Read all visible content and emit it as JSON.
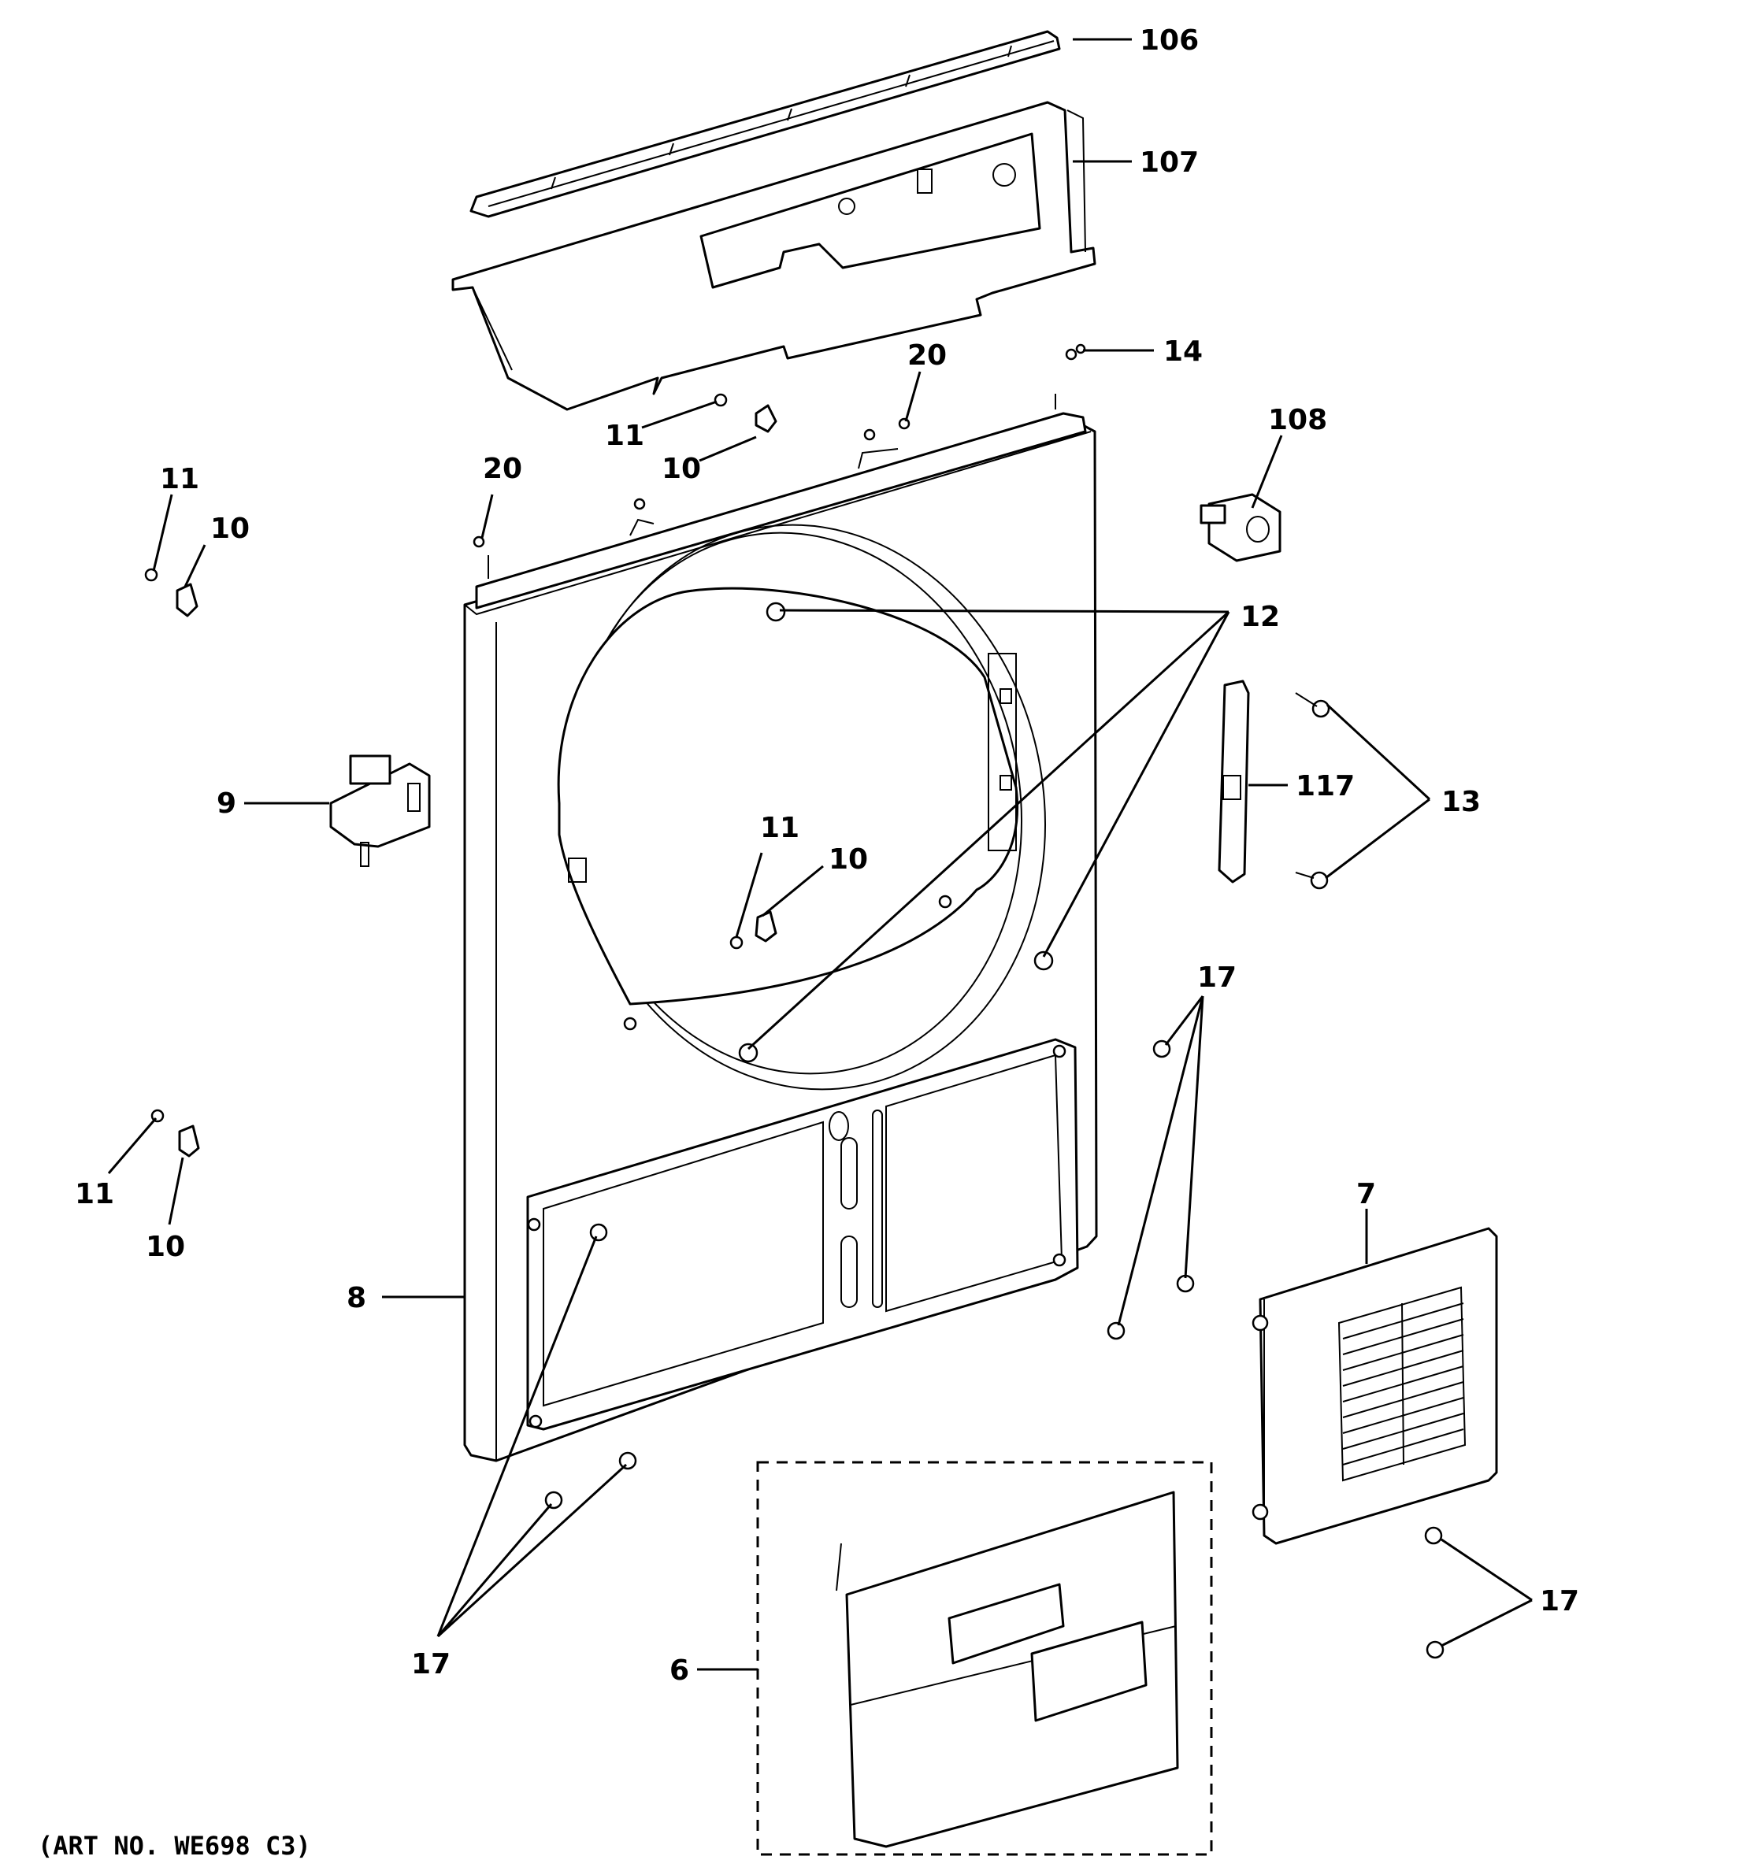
{
  "callouts": {
    "c106": "106",
    "c107": "107",
    "c14": "14",
    "c20a": "20",
    "c20b": "20",
    "c108": "108",
    "c11a": "11",
    "c10a": "10",
    "c11b": "11",
    "c10b": "10",
    "c12": "12",
    "c9": "9",
    "c117": "117",
    "c13": "13",
    "c11c": "11",
    "c10c": "10",
    "c17a": "17",
    "c11d": "11",
    "c10d": "10",
    "c7": "7",
    "c8": "8",
    "c17b": "17",
    "c6": "6",
    "c17c": "17"
  },
  "art_number": "(ART NO. WE698 C3)"
}
